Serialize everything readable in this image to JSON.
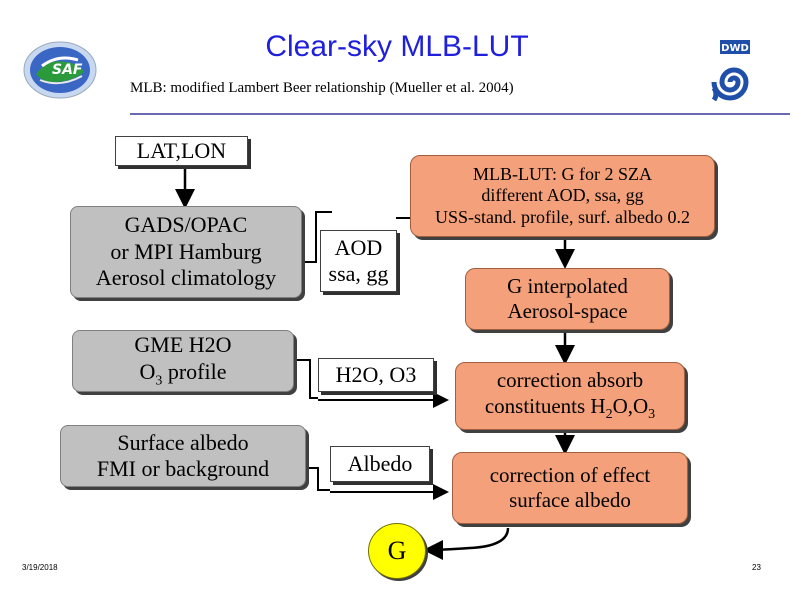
{
  "title": "Clear-sky MLB-LUT",
  "subtitle": "MLB: modified Lambert Beer relationship (Mueller et al. 2004)",
  "logos": {
    "left_icon": "saf-globe-logo",
    "right_label": "DWD",
    "right_icon": "dwd-spiral-logo"
  },
  "boxes": {
    "latlon": "LAT,LON",
    "gads_line1": "GADS/OPAC",
    "gads_line2": "or MPI Hamburg",
    "gads_line3": "Aerosol climatology",
    "gme_line1": "GME H2O",
    "gme_line2_o": "O",
    "gme_line2_sub": "3",
    "gme_line2_rest": " profile",
    "albedo_src_line1": "Surface albedo",
    "albedo_src_line2": "FMI or background",
    "aod_line1": "AOD",
    "aod_line2": "ssa, gg",
    "h2o_o3": "H2O, O3",
    "albedo": "Albedo",
    "lut_line1": "MLB-LUT: G for 2 SZA",
    "lut_line2": "different AOD, ssa, gg",
    "lut_line3": "USS-stand. profile, surf. albedo 0.2",
    "g_interp_line1": "G interpolated",
    "g_interp_line2": "Aerosol-space",
    "corr_abs_line1": "correction absorb",
    "corr_abs_line2_a": "constituents H",
    "corr_abs_line2_sub1": "2",
    "corr_abs_line2_b": "O,O",
    "corr_abs_line2_sub2": "3",
    "corr_alb_line1": "correction of effect",
    "corr_alb_line2": "surface albedo",
    "g_result": "G"
  },
  "footer": {
    "date": "3/19/2018",
    "page": "23"
  },
  "colors": {
    "title": "#1f1fdc",
    "gray_box": "#c0c0c0",
    "orange_box": "#f4a07a",
    "yellow": "#ffff00",
    "rule": "#6a6ab4"
  }
}
